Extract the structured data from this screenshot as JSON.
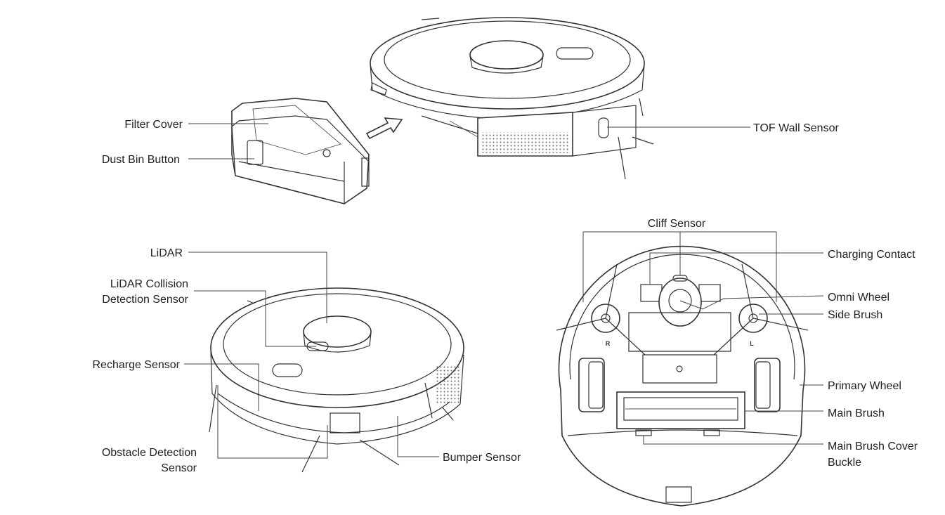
{
  "labels": {
    "filter_cover": "Filter Cover",
    "dust_bin_button": "Dust Bin Button",
    "tof_wall_sensor": "TOF Wall Sensor",
    "lidar": "LiDAR",
    "lidar_collision_line1": "LiDAR Collision",
    "lidar_collision_line2": "Detection Sensor",
    "recharge_sensor": "Recharge Sensor",
    "obstacle_line1": "Obstacle Detection",
    "obstacle_line2": "Sensor",
    "bumper_sensor": "Bumper Sensor",
    "cliff_sensor": "Cliff Sensor",
    "charging_contact": "Charging Contact",
    "omni_wheel": "Omni Wheel",
    "side_brush": "Side Brush",
    "primary_wheel": "Primary Wheel",
    "main_brush": "Main Brush",
    "main_brush_cover_line1": "Main Brush Cover",
    "main_brush_cover_line2": "Buckle",
    "mark_r": "R",
    "mark_l": "L"
  }
}
